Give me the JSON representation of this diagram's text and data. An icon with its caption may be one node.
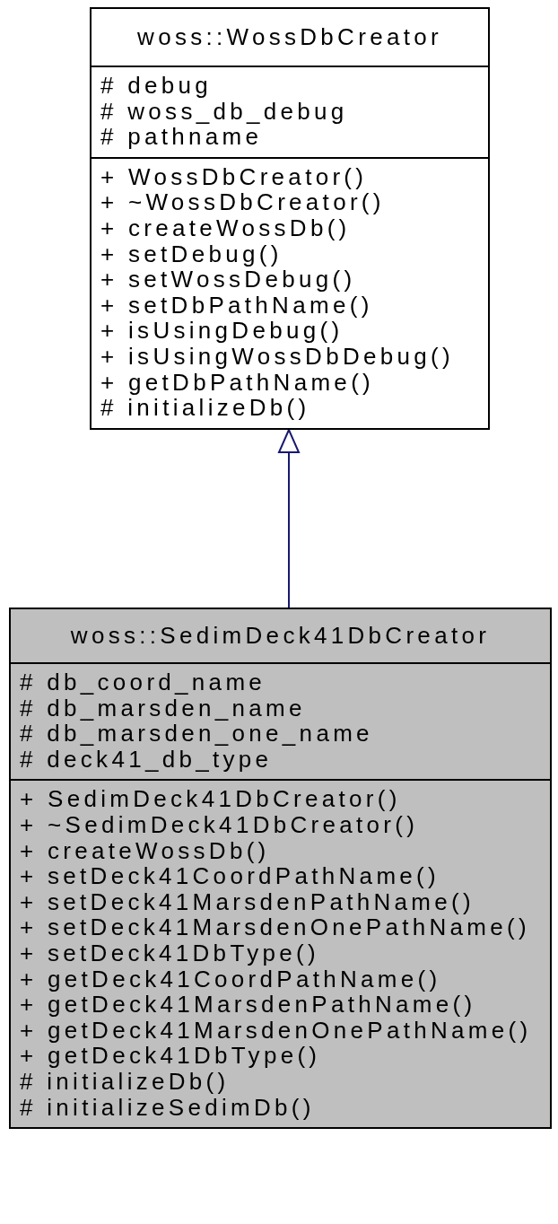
{
  "diagram": {
    "nodes": [
      {
        "text": [
          "woss::WossDbCreator"
        ]
      },
      {
        "text": [
          "# debug",
          "# woss_db_debug",
          "# pathname"
        ],
        "in": 0
      },
      {
        "text": [
          "+ WossDbCreator()",
          "+ ~WossDbCreator()",
          "+ createWossDb()",
          "+ setDebug()",
          "+ setWossDebug()",
          "+ setDbPathName()",
          "+ isUsingDebug()",
          "+ isUsingWossDbDebug()",
          "+ getDbPathName()",
          "# initializeDb()"
        ],
        "in": 0
      },
      {
        "text": [
          "woss::SedimDeck41DbCreator"
        ]
      },
      {
        "text": [
          "# db_coord_name",
          "# db_marsden_name",
          "# db_marsden_one_name",
          "# deck41_db_type"
        ],
        "in": 3
      },
      {
        "text": [
          "+ SedimDeck41DbCreator()",
          "+ ~SedimDeck41DbCreator()",
          "+ createWossDb()",
          "+ setDeck41CoordPathName()",
          "+ setDeck41MarsdenPathName()",
          "+ setDeck41MarsdenOnePathName()",
          "+ setDeck41DbType()",
          "+ getDeck41CoordPathName()",
          "+ getDeck41MarsdenPathName()",
          "+ getDeck41MarsdenOnePathName()",
          "+ getDeck41DbType()",
          "# initializeDb()",
          "# initializeSedimDb()"
        ],
        "in": 3
      }
    ],
    "edges": [
      {
        "from": 3,
        "to": 0,
        "arrow": "to",
        "color": "#191970"
      }
    ]
  }
}
